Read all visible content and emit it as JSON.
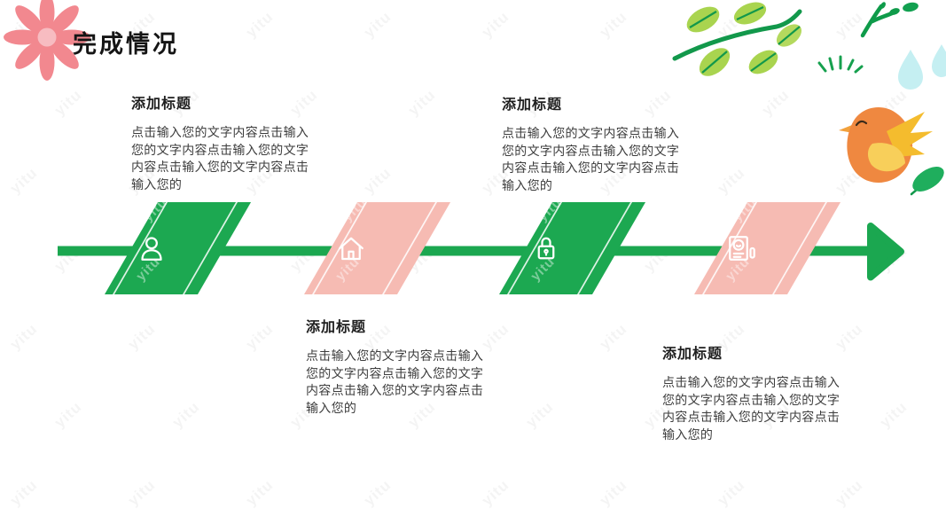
{
  "slide": {
    "title": "完成情况"
  },
  "watermark": {
    "text": "yitu"
  },
  "timeline": {
    "color": "#1BA750",
    "direction": "left-to-right"
  },
  "colors": {
    "step_green": "#1CA851",
    "step_pink": "#F6BBB3",
    "flower_pink": "#F2888F",
    "leaf_light_green": "#A9D44F",
    "stem_dark_green": "#12984B",
    "bird_orange": "#EF8840",
    "wing_yellow": "#F4BC2E",
    "drop_blue": "#C5EFF2"
  },
  "steps": [
    {
      "title": "添加标题",
      "body": "点击输入您的文字内容点击输入您的文字内容点击输入您的文字内容点击输入您的文字内容点击输入您的",
      "icon": "person-icon",
      "shape_color": "#1CA851",
      "label_position": "top"
    },
    {
      "title": "添加标题",
      "body": "点击输入您的文字内容点击输入您的文字内容点击输入您的文字内容点击输入您的文字内容点击输入您的",
      "icon": "home-icon",
      "shape_color": "#F6BBB3",
      "label_position": "bottom"
    },
    {
      "title": "添加标题",
      "body": "点击输入您的文字内容点击输入您的文字内容点击输入您的文字内容点击输入您的文字内容点击输入您的",
      "icon": "lock-icon",
      "shape_color": "#1CA851",
      "label_position": "top"
    },
    {
      "title": "添加标题",
      "body": "点击输入您的文字内容点击输入您的文字内容点击输入您的文字内容点击输入您的文字内容点击输入您的",
      "icon": "id-card-icon",
      "shape_color": "#F6BBB3",
      "label_position": "bottom"
    }
  ],
  "decorations": [
    "flower-icon",
    "branch-leaves-icon",
    "twig-icon",
    "grass-burst-icon",
    "waterdrop-icon",
    "bird-icon",
    "leaf-icon"
  ]
}
